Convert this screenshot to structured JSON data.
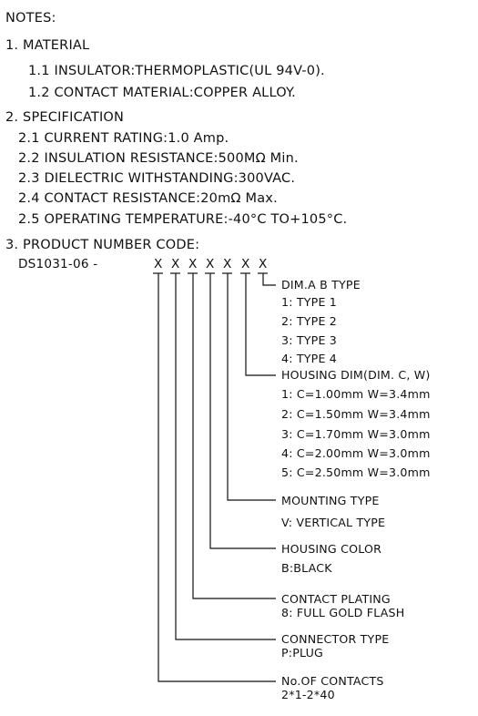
{
  "notes_heading": "NOTES:",
  "material": {
    "heading": "1. MATERIAL",
    "items": [
      "1.1 INSULATOR:THERMOPLASTIC(UL 94V-0).",
      "1.2 CONTACT MATERIAL:COPPER ALLOY."
    ]
  },
  "specification": {
    "heading": "2. SPECIFICATION",
    "items": [
      "2.1 CURRENT RATING:1.0 Amp.",
      "2.2 INSULATION RESISTANCE:500MΩ Min.",
      "2.3 DIELECTRIC WITHSTANDING:300VAC.",
      "2.4 CONTACT RESISTANCE:20mΩ Max.",
      "2.5 OPERATING TEMPERATURE:-40°C TO+105°C."
    ]
  },
  "product_code": {
    "heading": "3. PRODUCT NUMBER CODE:",
    "prefix": "DS1031-06  -",
    "placeholders": [
      "X",
      "X",
      "X",
      "X",
      "X",
      "X",
      "X"
    ],
    "dim_ab": {
      "title": "DIM.A B TYPE",
      "options": [
        "1: TYPE 1",
        "2: TYPE 2",
        "3: TYPE 3",
        "4: TYPE 4"
      ]
    },
    "housing_dim": {
      "title": "HOUSING DIM(DIM. C, W)",
      "options": [
        "1: C=1.00mm W=3.4mm",
        "2: C=1.50mm W=3.4mm",
        "3: C=1.70mm W=3.0mm",
        "4: C=2.00mm W=3.0mm",
        "5: C=2.50mm W=3.0mm"
      ]
    },
    "mounting": {
      "title": "MOUNTING TYPE",
      "value": "V: VERTICAL TYPE"
    },
    "housing_color": {
      "title": "HOUSING COLOR",
      "value": "B:BLACK"
    },
    "contact_plating": {
      "title": "CONTACT PLATING",
      "value": "8: FULL GOLD FLASH"
    },
    "connector_type": {
      "title": "CONNECTOR TYPE",
      "value": "P:PLUG"
    },
    "contacts": {
      "title": "No.OF CONTACTS",
      "value": "2*1-2*40"
    }
  }
}
